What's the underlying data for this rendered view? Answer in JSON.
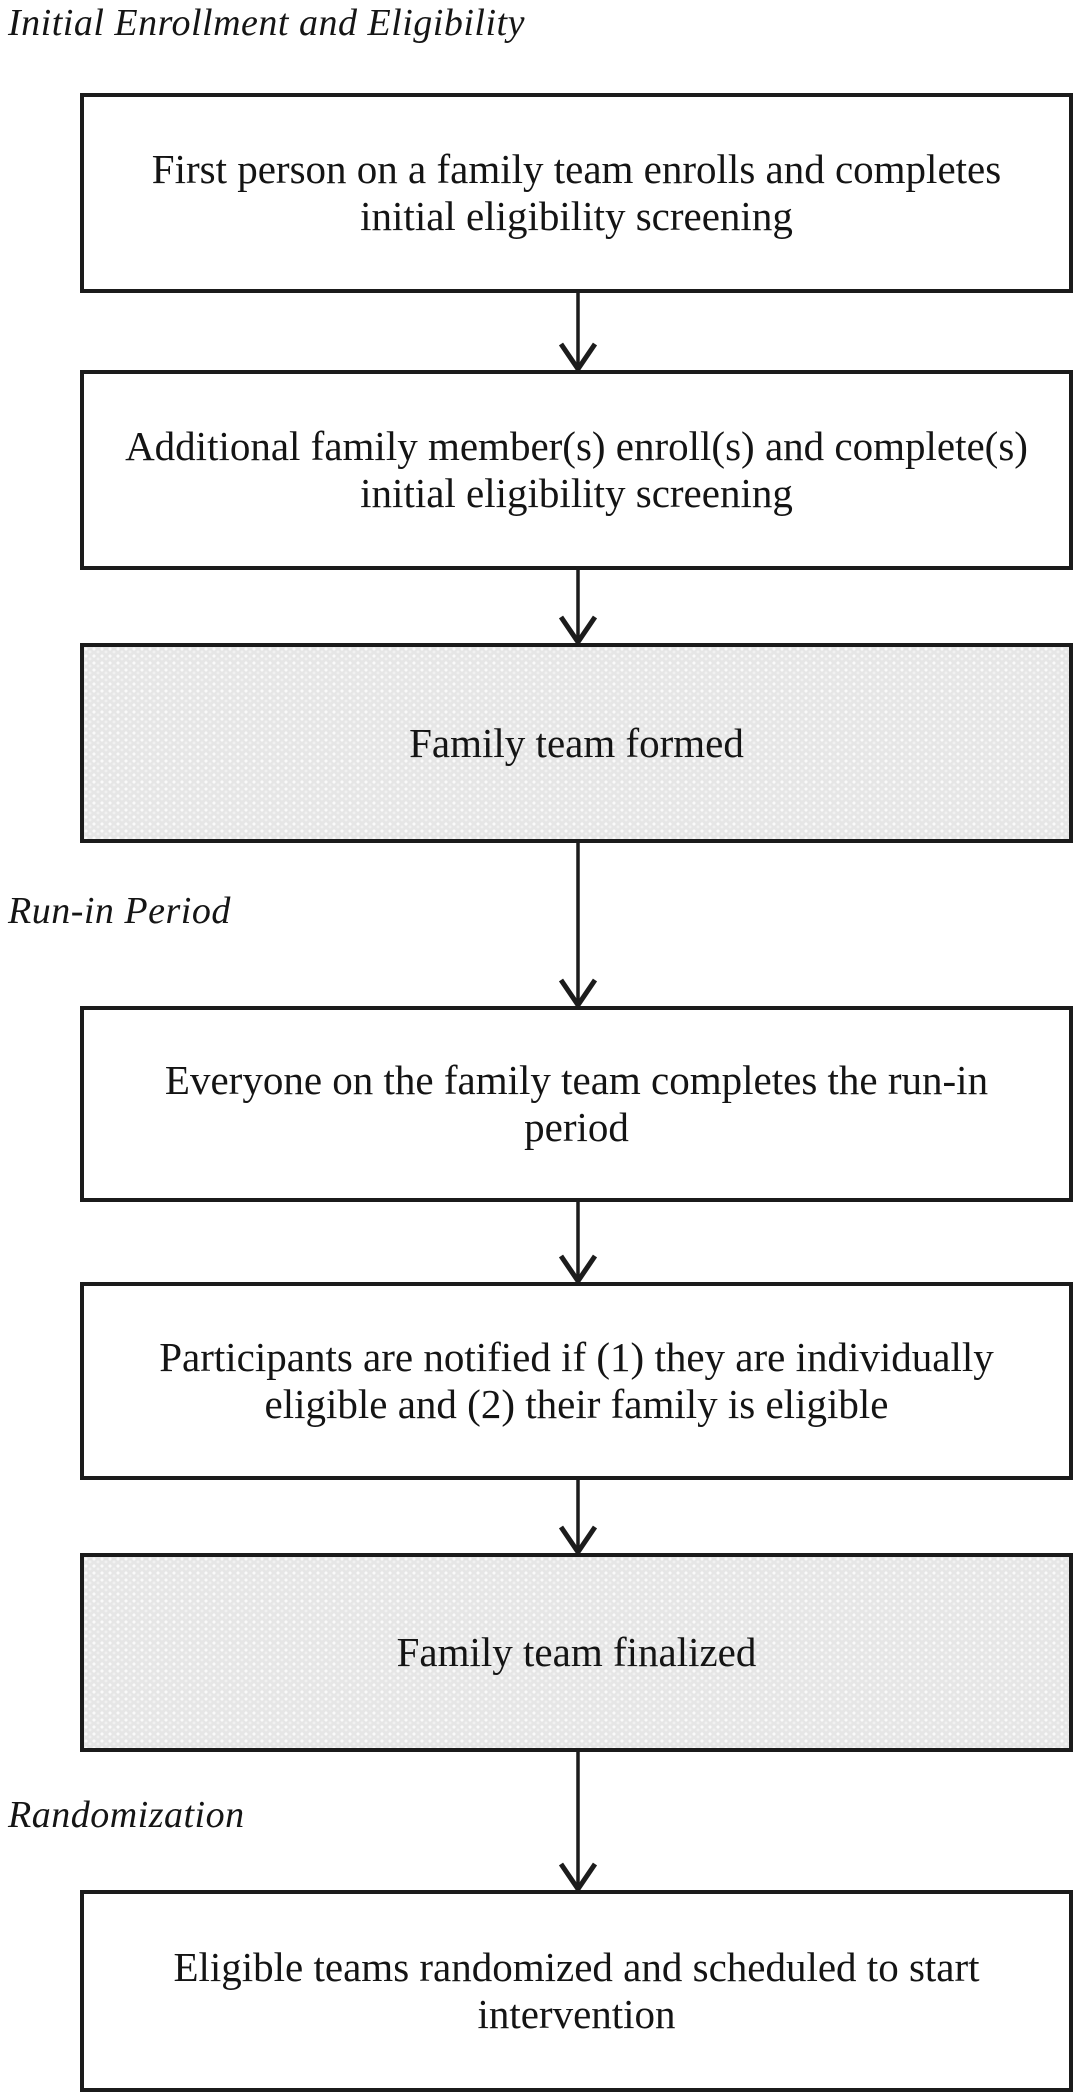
{
  "sections": [
    {
      "label": "Initial Enrollment and Eligibility"
    },
    {
      "label": "Run-in Period"
    },
    {
      "label": "Randomization"
    }
  ],
  "flow": {
    "boxes": [
      {
        "id": "first-person-enrolls",
        "text": "First person on a family team enrolls and completes\ninitial eligibility screening",
        "shaded": false,
        "section": "Initial Enrollment and Eligibility"
      },
      {
        "id": "additional-members-enroll",
        "text": "Additional family member(s) enroll(s) and complete(s)\ninitial eligibility screening",
        "shaded": false,
        "section": "Initial Enrollment and Eligibility"
      },
      {
        "id": "family-team-formed",
        "text": "Family team formed",
        "shaded": true,
        "section": "Initial Enrollment and Eligibility"
      },
      {
        "id": "run-in-completed",
        "text": "Everyone on the family team completes the run-in\nperiod",
        "shaded": false,
        "section": "Run-in Period"
      },
      {
        "id": "participants-notified",
        "text": "Participants are notified if (1) they are individually\neligible and (2) their family is eligible",
        "shaded": false,
        "section": "Run-in Period"
      },
      {
        "id": "family-team-finalized",
        "text": "Family team finalized",
        "shaded": true,
        "section": "Run-in Period"
      },
      {
        "id": "teams-randomized",
        "text": "Eligible teams randomized and scheduled to start\nintervention",
        "shaded": false,
        "section": "Randomization"
      }
    ],
    "connectors": [
      {
        "from": "first-person-enrolls",
        "to": "additional-members-enroll",
        "type": "down-arrow"
      },
      {
        "from": "additional-members-enroll",
        "to": "family-team-formed",
        "type": "down-arrow"
      },
      {
        "from": "family-team-formed",
        "to": "run-in-completed",
        "type": "down-arrow"
      },
      {
        "from": "run-in-completed",
        "to": "participants-notified",
        "type": "down-arrow"
      },
      {
        "from": "participants-notified",
        "to": "family-team-finalized",
        "type": "down-arrow"
      },
      {
        "from": "family-team-finalized",
        "to": "teams-randomized",
        "type": "down-arrow"
      }
    ]
  },
  "colors": {
    "background": "#ffffff",
    "box_border": "#1b1b1b",
    "box_fill": "#ffffff",
    "shaded_box_fill": "#e6e6e6",
    "text": "#1a1a1a"
  }
}
